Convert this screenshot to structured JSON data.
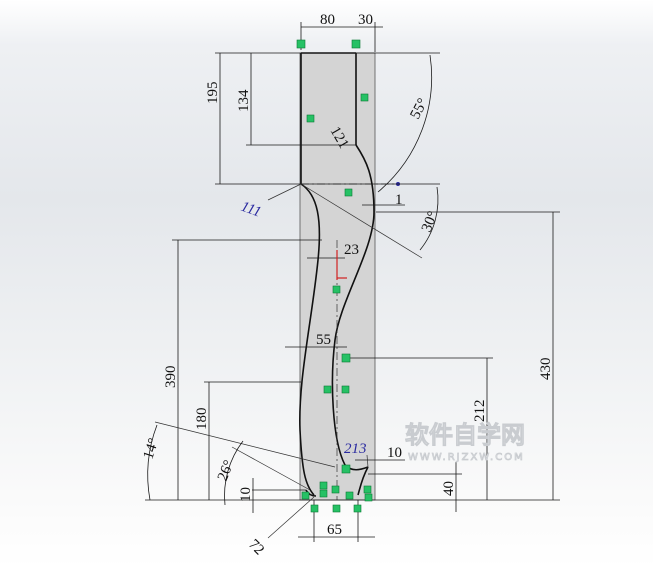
{
  "diagram": {
    "type": "cad-sketch",
    "description": "SolidWorks-style 2D sketch of a curved profile with dimensions and relation markers",
    "colors": {
      "background": "#e6e9ec",
      "sketch_fill": "#d6d6d6",
      "geometry": "#111111",
      "dimension": "#1a1a1a",
      "relation_marker": "#26c165",
      "driven_dimension": "#2a2aa0",
      "origin_arrow": "#d22222"
    },
    "dimensions": {
      "top_width_left": "80",
      "top_width_right": "30",
      "left_height_195": "195",
      "left_height_134": "134",
      "radius_121": "121",
      "angle_55": "55°",
      "radius_111": "111",
      "offset_1": "1",
      "angle_30": "30°",
      "width_23": "23",
      "width_55": "55",
      "height_390": "390",
      "height_430": "430",
      "height_180": "180",
      "height_212": "212",
      "radius_213": "213",
      "offset_10_right": "10",
      "height_40": "40",
      "angle_14": "14°",
      "angle_26": "26°",
      "height_10_left": "10",
      "radius_72": "72",
      "bottom_width_65": "65"
    },
    "watermark": {
      "chinese": "软件自学网",
      "url": "WWW.RJZXW.COM"
    }
  }
}
